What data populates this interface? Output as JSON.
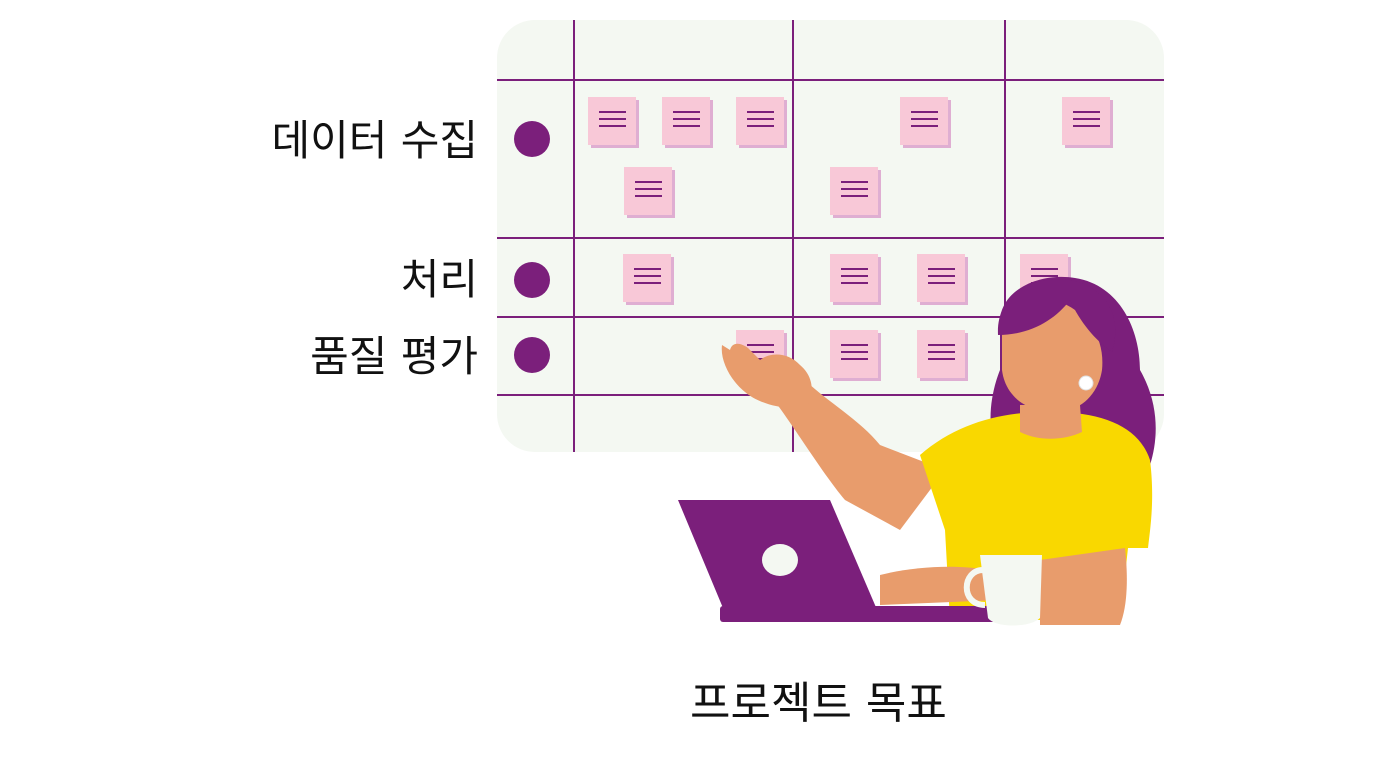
{
  "rows": [
    {
      "label": "데이터 수집"
    },
    {
      "label": "처리"
    },
    {
      "label": "품질 평가"
    }
  ],
  "footer": {
    "title": "프로젝트 목표"
  },
  "colors": {
    "accent": "#7b1f7b",
    "note": "#f8c8d7",
    "board": "#f4f8f2",
    "shirt": "#f9d800",
    "skin": "#e89c6c"
  }
}
